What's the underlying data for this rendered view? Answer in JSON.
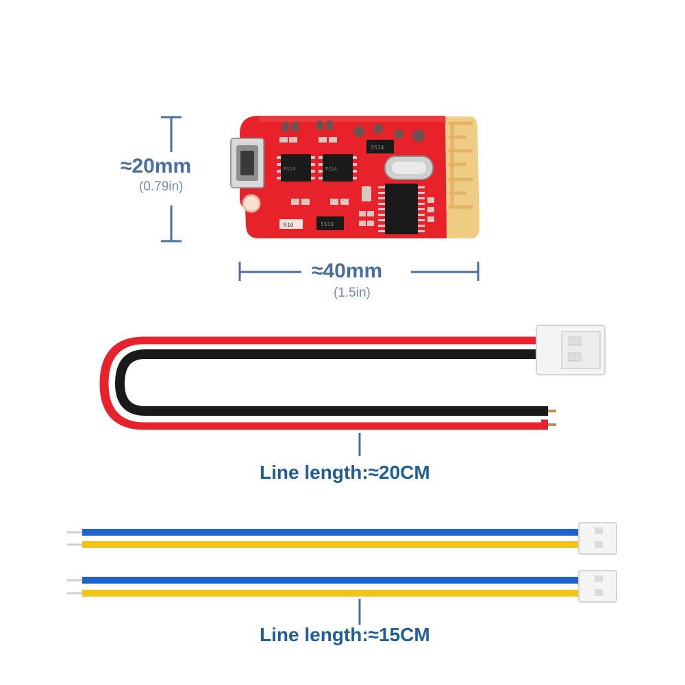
{
  "board_dimensions": {
    "height": {
      "main": "≈20mm",
      "sub": "(0.79in)"
    },
    "width": {
      "main": "≈40mm",
      "sub": "(1.5in)"
    }
  },
  "board_markings": {
    "chip_1": "PS14",
    "chip_2": "PS14",
    "diode_top": "SS14",
    "diode_bottom": "SS14",
    "resistor": "R10"
  },
  "cable_1": {
    "label": "Line length:≈20CM",
    "wire_colors": [
      "#e8222a",
      "#ffffff",
      "#1a1a1a"
    ]
  },
  "cable_2": {
    "label": "Line length:≈15CM",
    "wire_colors": [
      "#1f63c8",
      "#f2c416"
    ]
  },
  "colors": {
    "pcb": "#e8222a",
    "antenna_gold": "#f0cd85",
    "dimension_lines": "#4a6f9d",
    "label_text": "#1f5f96"
  }
}
